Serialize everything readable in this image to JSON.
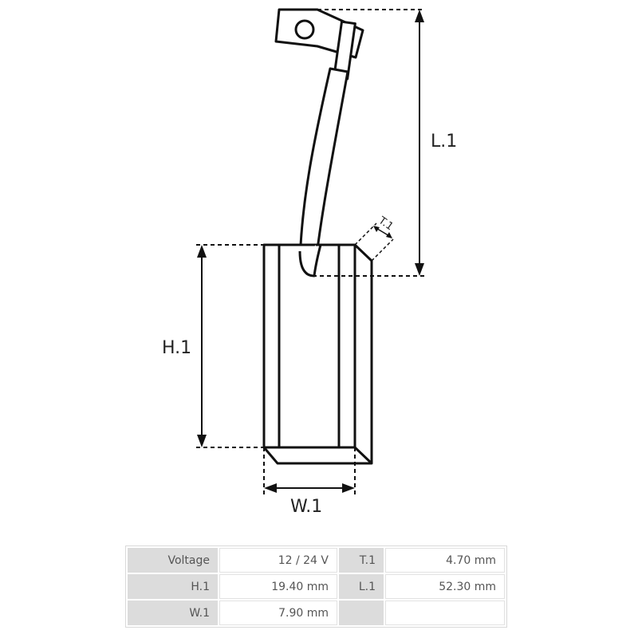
{
  "diagram": {
    "dimension_labels": {
      "length": "L.1",
      "height": "H.1",
      "width": "W.1",
      "thickness": "T.1"
    }
  },
  "specs": {
    "rows": [
      {
        "label1": "Voltage",
        "value1": "12 / 24 V",
        "label2": "T.1",
        "value2": "4.70 mm"
      },
      {
        "label1": "H.1",
        "value1": "19.40 mm",
        "label2": "L.1",
        "value2": "52.30 mm"
      },
      {
        "label1": "W.1",
        "value1": "7.90 mm",
        "label2": "",
        "value2": ""
      }
    ]
  }
}
